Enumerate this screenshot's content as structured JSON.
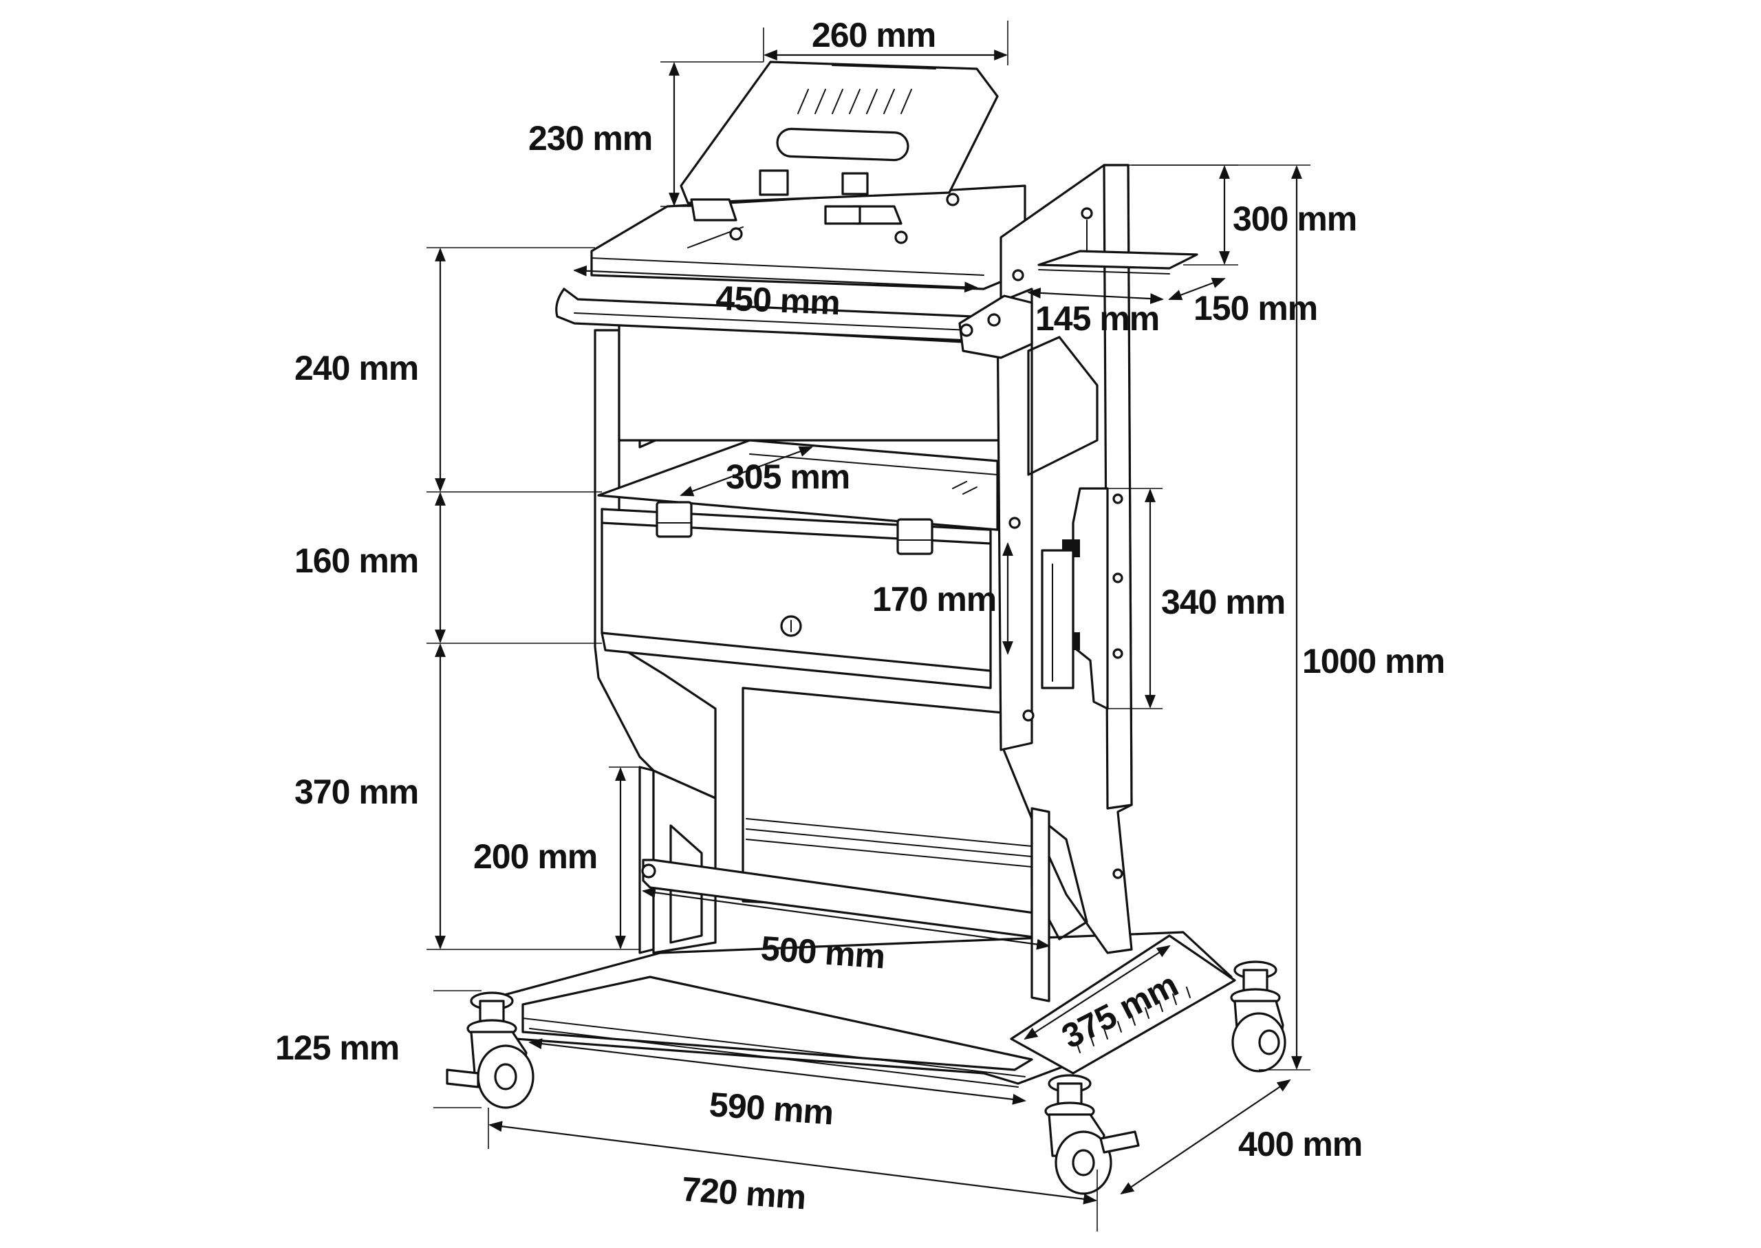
{
  "colors": {
    "line": "#111111",
    "background": "#ffffff"
  },
  "dimensions": {
    "laptop_tray_width": "260 mm",
    "laptop_tray_depth": "230 mm",
    "top_width": "450 mm",
    "side_shelf_height": "300 mm",
    "side_shelf_depth": "145 mm",
    "side_shelf_width": "150 mm",
    "upper_section_height": "240 mm",
    "drawer_width": "305 mm",
    "drawer_height": "160 mm",
    "inner_bracket_height": "170 mm",
    "side_bracket_height": "340 mm",
    "total_height": "1000 mm",
    "lower_section_height": "370 mm",
    "lower_frame_height": "200 mm",
    "crossbar_width": "500 mm",
    "base_side_depth": "375 mm",
    "caster_height": "125 mm",
    "base_inner_width": "590 mm",
    "base_width": "720 mm",
    "base_depth": "400 mm"
  }
}
